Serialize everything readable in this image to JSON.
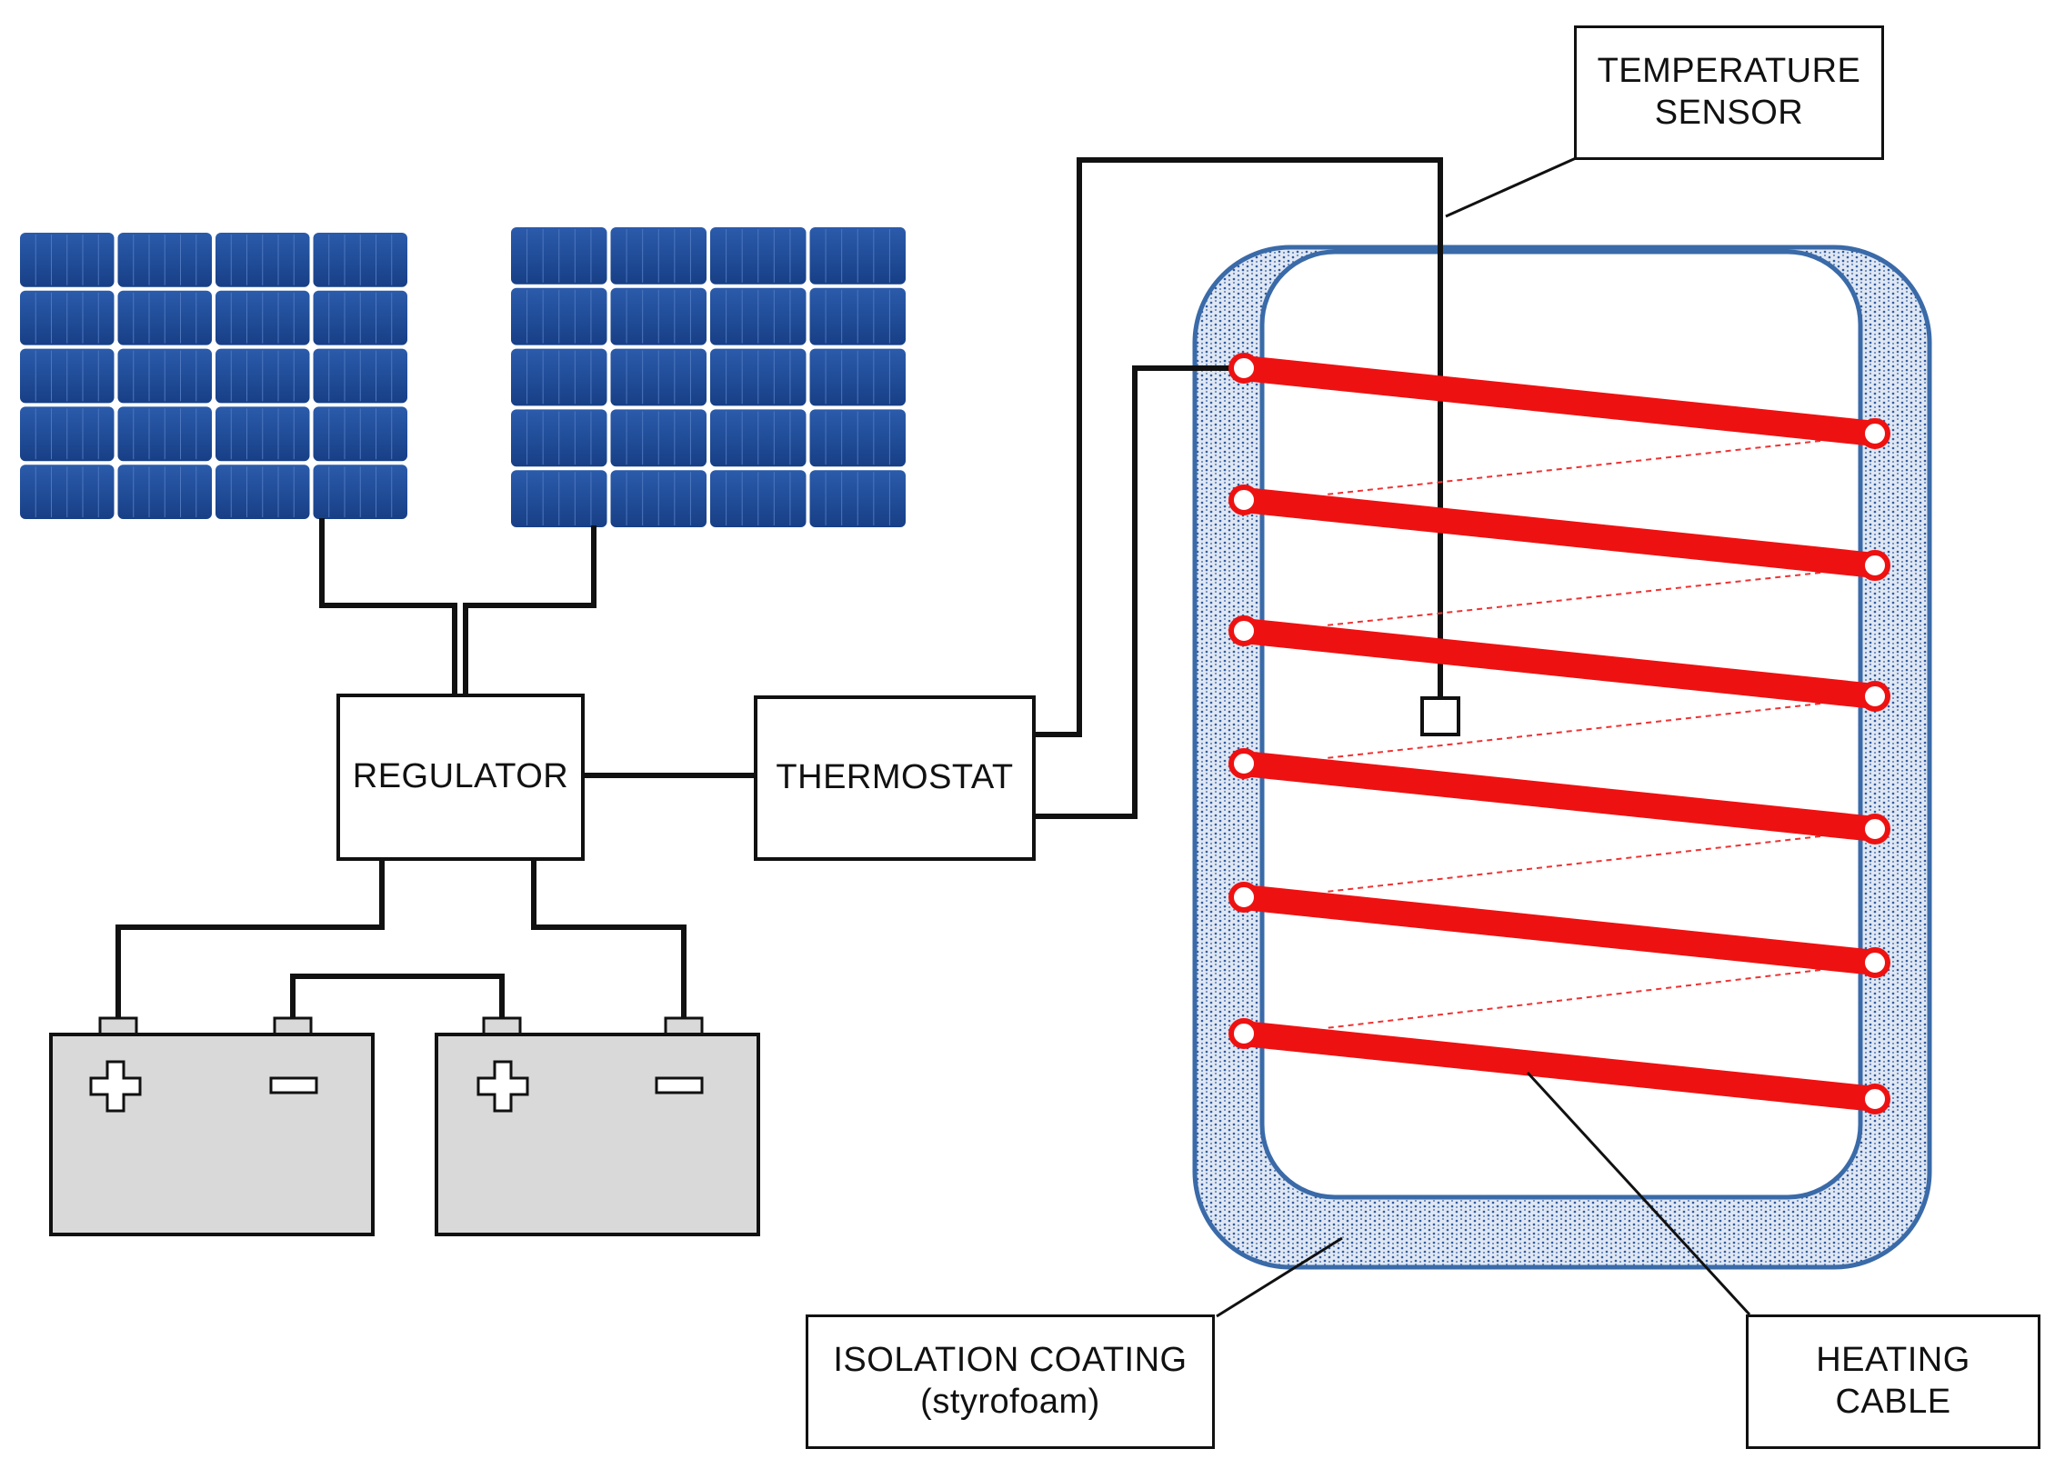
{
  "regulator": {
    "label": "REGULATOR"
  },
  "thermostat": {
    "label": "THERMOSTAT"
  },
  "temperature_sensor": {
    "line1": "TEMPERATURE",
    "line2": "SENSOR"
  },
  "isolation_coating": {
    "line1": "ISOLATION COATING",
    "line2": "(styrofoam)"
  },
  "heating_cable": {
    "line1": "HEATING",
    "line2": "CABLE"
  },
  "colors": {
    "panel_cell": "#1f4d9a",
    "cable": "#ee1111",
    "tank_outline": "#3a6aa8",
    "insulation": "#c9d6ea",
    "battery": "#d9d9d9"
  },
  "icons": [
    "solar-panel-icon",
    "battery-icon",
    "plus-terminal-icon",
    "minus-terminal-icon",
    "water-tank-icon"
  ]
}
